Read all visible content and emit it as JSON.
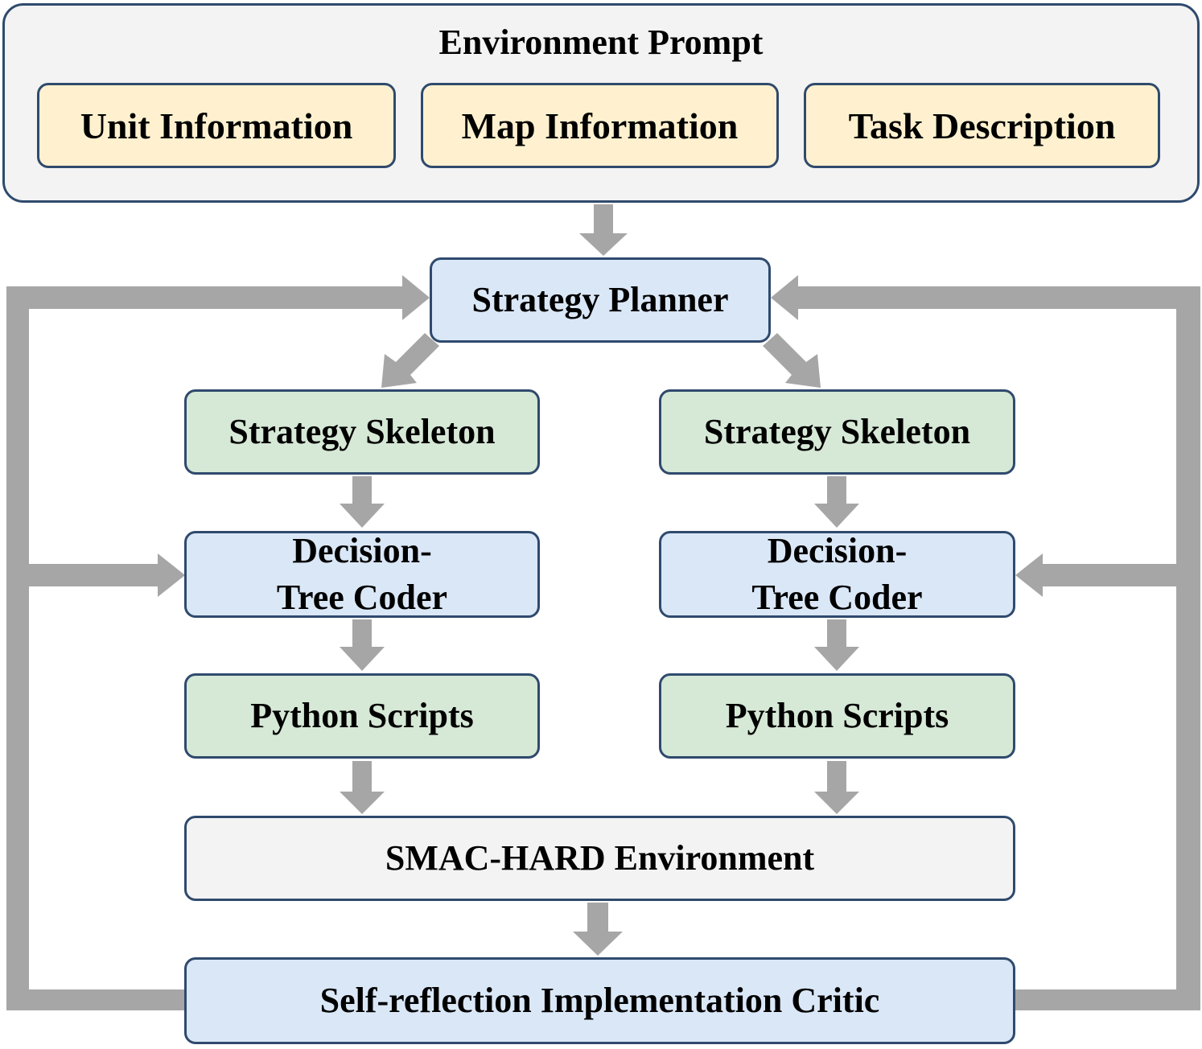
{
  "environment_prompt": {
    "title": "Environment Prompt",
    "items": [
      "Unit Information",
      "Map Information",
      "Task Description"
    ]
  },
  "strategy_planner": "Strategy Planner",
  "left_branch": {
    "skeleton": "Strategy Skeleton",
    "coder": "Decision-Tree Coder",
    "scripts": "Python Scripts"
  },
  "right_branch": {
    "skeleton": "Strategy Skeleton",
    "coder": "Decision-Tree Coder",
    "scripts": "Python Scripts"
  },
  "environment": "SMAC-HARD Environment",
  "critic": "Self-reflection Implementation Critic",
  "colors": {
    "prompt_bg": "#f3f3f3",
    "info_bg": "#fff1cf",
    "blue_bg": "#dae7f7",
    "green_bg": "#d6e8d6",
    "border": "#2f4a6d",
    "arrow": "#a6a6a6"
  }
}
